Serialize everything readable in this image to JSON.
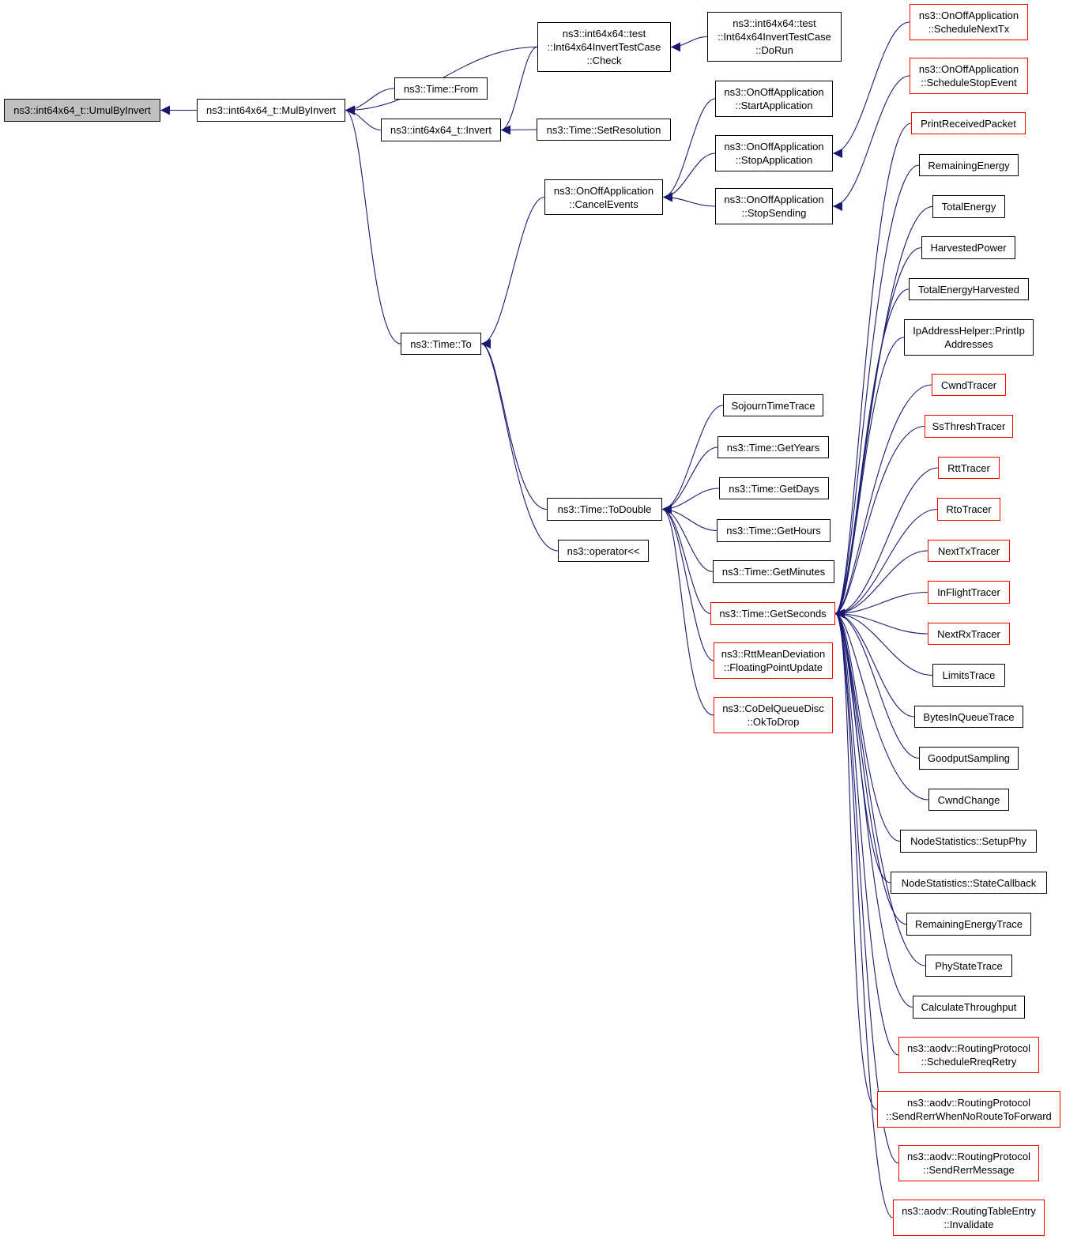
{
  "graph": {
    "colors": {
      "edge": "#191970",
      "node_border": "#000000",
      "truncated_border": "#ff0000",
      "root_fill": "#bfbfbf"
    },
    "nodes": [
      {
        "id": "umul",
        "label": "ns3::int64x64_t::UmulByInvert",
        "kind": "root"
      },
      {
        "id": "mulbyinvert",
        "label": "ns3::int64x64_t::MulByInvert",
        "kind": "normal"
      },
      {
        "id": "check",
        "label": "ns3::int64x64::test\n::Int64x64InvertTestCase\n::Check",
        "kind": "normal"
      },
      {
        "id": "dorun",
        "label": "ns3::int64x64::test\n::Int64x64InvertTestCase\n::DoRun",
        "kind": "normal"
      },
      {
        "id": "from",
        "label": "ns3::Time::From",
        "kind": "normal"
      },
      {
        "id": "invert",
        "label": "ns3::int64x64_t::Invert",
        "kind": "normal"
      },
      {
        "id": "setres",
        "label": "ns3::Time::SetResolution",
        "kind": "normal"
      },
      {
        "id": "to",
        "label": "ns3::Time::To",
        "kind": "normal"
      },
      {
        "id": "cancel",
        "label": "ns3::OnOffApplication\n::CancelEvents",
        "kind": "normal"
      },
      {
        "id": "startapp",
        "label": "ns3::OnOffApplication\n::StartApplication",
        "kind": "normal"
      },
      {
        "id": "stopapp",
        "label": "ns3::OnOffApplication\n::StopApplication",
        "kind": "normal"
      },
      {
        "id": "stopsend",
        "label": "ns3::OnOffApplication\n::StopSending",
        "kind": "normal"
      },
      {
        "id": "schednext",
        "label": "ns3::OnOffApplication\n::ScheduleNextTx",
        "kind": "truncated"
      },
      {
        "id": "schedstop",
        "label": "ns3::OnOffApplication\n::ScheduleStopEvent",
        "kind": "truncated"
      },
      {
        "id": "todouble",
        "label": "ns3::Time::ToDouble",
        "kind": "normal"
      },
      {
        "id": "oplt",
        "label": "ns3::operator<<",
        "kind": "normal"
      },
      {
        "id": "sojourn",
        "label": "SojournTimeTrace",
        "kind": "normal"
      },
      {
        "id": "years",
        "label": "ns3::Time::GetYears",
        "kind": "normal"
      },
      {
        "id": "days",
        "label": "ns3::Time::GetDays",
        "kind": "normal"
      },
      {
        "id": "hours",
        "label": "ns3::Time::GetHours",
        "kind": "normal"
      },
      {
        "id": "minutes",
        "label": "ns3::Time::GetMinutes",
        "kind": "normal"
      },
      {
        "id": "seconds",
        "label": "ns3::Time::GetSeconds",
        "kind": "truncated"
      },
      {
        "id": "rttmean",
        "label": "ns3::RttMeanDeviation\n::FloatingPointUpdate",
        "kind": "truncated"
      },
      {
        "id": "codel",
        "label": "ns3::CoDelQueueDisc\n::OkToDrop",
        "kind": "truncated"
      },
      {
        "id": "printrecv",
        "label": "PrintReceivedPacket",
        "kind": "truncated"
      },
      {
        "id": "remenergy",
        "label": "RemainingEnergy",
        "kind": "normal"
      },
      {
        "id": "totenergy",
        "label": "TotalEnergy",
        "kind": "normal"
      },
      {
        "id": "harvpower",
        "label": "HarvestedPower",
        "kind": "normal"
      },
      {
        "id": "totharv",
        "label": "TotalEnergyHarvested",
        "kind": "normal"
      },
      {
        "id": "ipaddr",
        "label": "IpAddressHelper::PrintIp\nAddresses",
        "kind": "normal"
      },
      {
        "id": "cwnd",
        "label": "CwndTracer",
        "kind": "truncated"
      },
      {
        "id": "ssth",
        "label": "SsThreshTracer",
        "kind": "truncated"
      },
      {
        "id": "rtt",
        "label": "RttTracer",
        "kind": "truncated"
      },
      {
        "id": "rto",
        "label": "RtoTracer",
        "kind": "truncated"
      },
      {
        "id": "nexttx",
        "label": "NextTxTracer",
        "kind": "truncated"
      },
      {
        "id": "inflight",
        "label": "InFlightTracer",
        "kind": "truncated"
      },
      {
        "id": "nextrx",
        "label": "NextRxTracer",
        "kind": "truncated"
      },
      {
        "id": "limits",
        "label": "LimitsTrace",
        "kind": "normal"
      },
      {
        "id": "bytesq",
        "label": "BytesInQueueTrace",
        "kind": "normal"
      },
      {
        "id": "goodput",
        "label": "GoodputSampling",
        "kind": "normal"
      },
      {
        "id": "cwndchg",
        "label": "CwndChange",
        "kind": "normal"
      },
      {
        "id": "setupphy",
        "label": "NodeStatistics::SetupPhy",
        "kind": "normal"
      },
      {
        "id": "statecb",
        "label": "NodeStatistics::StateCallback",
        "kind": "normal"
      },
      {
        "id": "remtrace",
        "label": "RemainingEnergyTrace",
        "kind": "normal"
      },
      {
        "id": "phystate",
        "label": "PhyStateTrace",
        "kind": "normal"
      },
      {
        "id": "calcthr",
        "label": "CalculateThroughput",
        "kind": "normal"
      },
      {
        "id": "schedrreq",
        "label": "ns3::aodv::RoutingProtocol\n::ScheduleRreqRetry",
        "kind": "truncated"
      },
      {
        "id": "sendrerrnr",
        "label": "ns3::aodv::RoutingProtocol\n::SendRerrWhenNoRouteToForward",
        "kind": "truncated"
      },
      {
        "id": "sendrerr",
        "label": "ns3::aodv::RoutingProtocol\n::SendRerrMessage",
        "kind": "truncated"
      },
      {
        "id": "invalidate",
        "label": "ns3::aodv::RoutingTableEntry\n::Invalidate",
        "kind": "truncated"
      }
    ],
    "edges": [
      [
        "mulbyinvert",
        "umul"
      ],
      [
        "check",
        "mulbyinvert"
      ],
      [
        "from",
        "mulbyinvert"
      ],
      [
        "invert",
        "mulbyinvert"
      ],
      [
        "to",
        "mulbyinvert"
      ],
      [
        "dorun",
        "check"
      ],
      [
        "check",
        "invert"
      ],
      [
        "setres",
        "invert"
      ],
      [
        "cancel",
        "to"
      ],
      [
        "todouble",
        "to"
      ],
      [
        "oplt",
        "to"
      ],
      [
        "startapp",
        "cancel"
      ],
      [
        "stopapp",
        "cancel"
      ],
      [
        "stopsend",
        "cancel"
      ],
      [
        "schednext",
        "stopapp"
      ],
      [
        "schedstop",
        "stopsend"
      ],
      [
        "sojourn",
        "todouble"
      ],
      [
        "years",
        "todouble"
      ],
      [
        "days",
        "todouble"
      ],
      [
        "hours",
        "todouble"
      ],
      [
        "minutes",
        "todouble"
      ],
      [
        "seconds",
        "todouble"
      ],
      [
        "rttmean",
        "todouble"
      ],
      [
        "codel",
        "todouble"
      ],
      [
        "printrecv",
        "seconds"
      ],
      [
        "remenergy",
        "seconds"
      ],
      [
        "totenergy",
        "seconds"
      ],
      [
        "harvpower",
        "seconds"
      ],
      [
        "totharv",
        "seconds"
      ],
      [
        "ipaddr",
        "seconds"
      ],
      [
        "cwnd",
        "seconds"
      ],
      [
        "ssth",
        "seconds"
      ],
      [
        "rtt",
        "seconds"
      ],
      [
        "rto",
        "seconds"
      ],
      [
        "nexttx",
        "seconds"
      ],
      [
        "inflight",
        "seconds"
      ],
      [
        "nextrx",
        "seconds"
      ],
      [
        "limits",
        "seconds"
      ],
      [
        "bytesq",
        "seconds"
      ],
      [
        "goodput",
        "seconds"
      ],
      [
        "cwndchg",
        "seconds"
      ],
      [
        "setupphy",
        "seconds"
      ],
      [
        "statecb",
        "seconds"
      ],
      [
        "remtrace",
        "seconds"
      ],
      [
        "phystate",
        "seconds"
      ],
      [
        "calcthr",
        "seconds"
      ],
      [
        "schedrreq",
        "seconds"
      ],
      [
        "sendrerrnr",
        "seconds"
      ],
      [
        "sendrerr",
        "seconds"
      ],
      [
        "invalidate",
        "seconds"
      ]
    ]
  }
}
